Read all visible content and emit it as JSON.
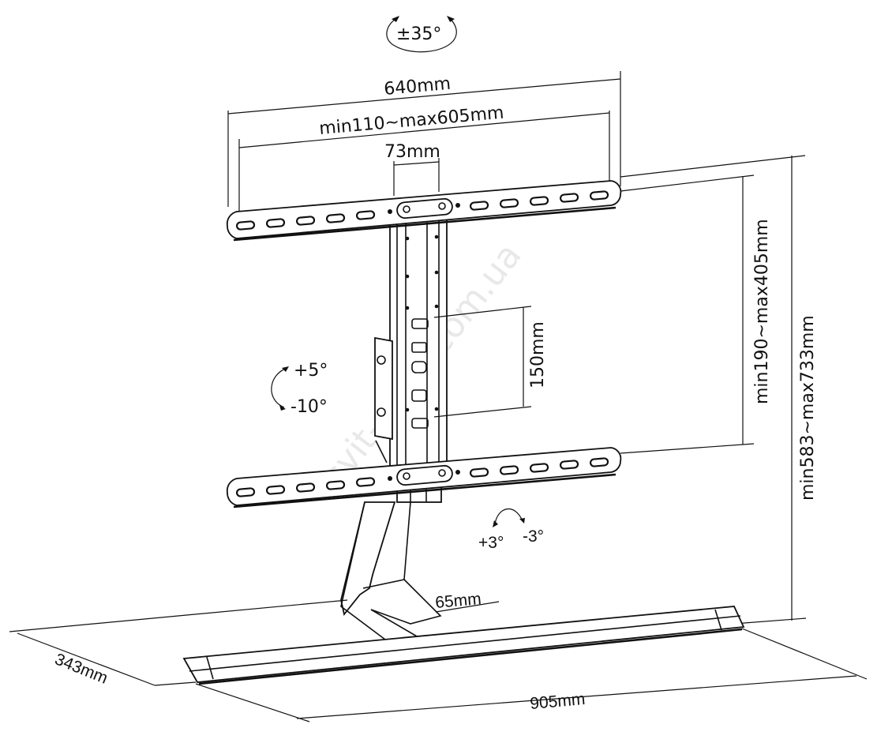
{
  "diagram": {
    "subject": "TV table stand mounting dimensions",
    "swivel_label": "±35°",
    "tilt_labels": {
      "up": "+5°",
      "down": "-10°"
    },
    "level_labels": {
      "plus": "+3°",
      "minus": "-3°"
    },
    "dimensions": {
      "bracket_width": "640mm",
      "vesa_horizontal": "min110~max605mm",
      "center_plate": "73mm",
      "vertical_spacing": "150mm",
      "vesa_vertical": "min190~max405mm",
      "total_height": "min583~max733mm",
      "column_depth": "65mm",
      "base_depth": "343mm",
      "base_width": "905mm"
    },
    "watermark": "svit-shop.com.ua"
  }
}
